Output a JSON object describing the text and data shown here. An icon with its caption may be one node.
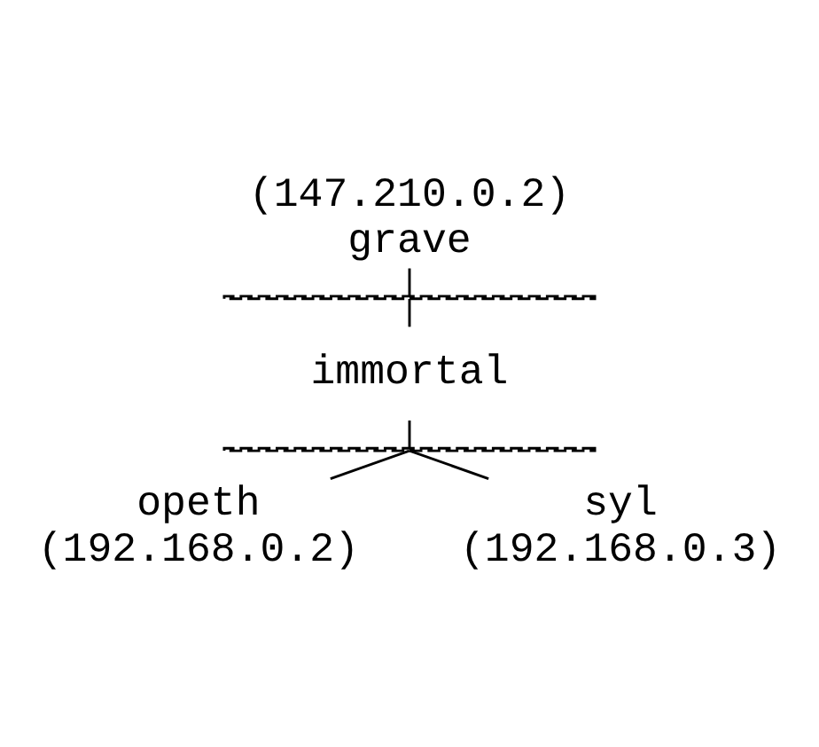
{
  "diagram": {
    "nodes": [
      {
        "text": [
          "(147.210.0.2)",
          "grave"
        ]
      },
      {
        "text": [],
        "shape": "bar"
      },
      {
        "text": [
          "immortal"
        ]
      },
      {
        "text": [],
        "shape": "bar"
      },
      {
        "text": [
          "opeth",
          "(192.168.0.2)"
        ]
      },
      {
        "text": [
          "syl",
          "(192.168.0.3)"
        ]
      }
    ],
    "edges": [
      {
        "from": 0,
        "to": 1,
        "arrow": "none"
      },
      {
        "from": 1,
        "to": 2,
        "arrow": "none"
      },
      {
        "from": 2,
        "to": 3,
        "arrow": "none"
      },
      {
        "from": 3,
        "to": 4,
        "arrow": "none"
      },
      {
        "from": 3,
        "to": 5,
        "arrow": "none"
      }
    ]
  }
}
